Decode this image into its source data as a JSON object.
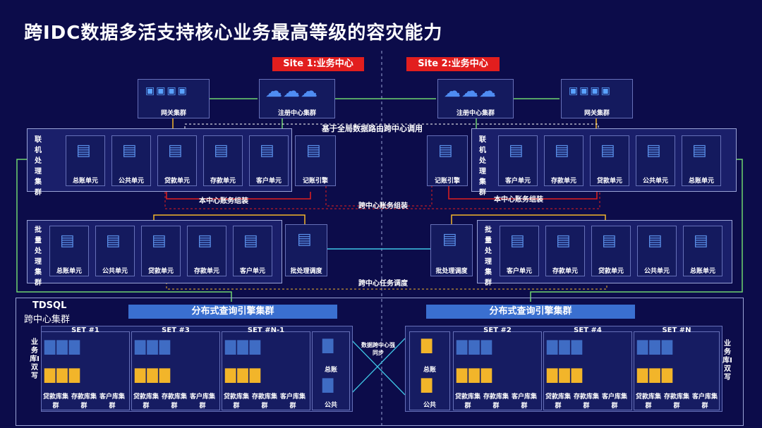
{
  "title": "跨IDC数据多活支持核心业务最高等级的容灾能力",
  "site1": "Site 1:业务中心",
  "site2": "Site 2:业务中心",
  "gateway_label": "网关集群",
  "registry_label": "注册中心集群",
  "global_route_label": "基于全局数据路由跨中心调用",
  "online_cluster_label": "联机处理集群",
  "batch_cluster_label": "批量处理集群",
  "units": {
    "ledger": "总账单元",
    "public": "公共单元",
    "loan": "贷款单元",
    "deposit": "存款单元",
    "customer": "客户单元"
  },
  "accounting_engine": "记账引擎",
  "local_assembly": "本中心账务组装",
  "cross_assembly": "跨中心账务组装",
  "batch_scheduler": "批处理调度",
  "cross_task_scheduling": "跨中心任务调度",
  "tdsql_title": "TDSQL",
  "tdsql_sub": "跨中心集群",
  "query_engine": "分布式查询引擎集群",
  "business_db_rw": "业务库I双写",
  "sync_label": "数据跨中心强同步",
  "sets_left": [
    "SET #1",
    "SET #3",
    "SET #N-1"
  ],
  "sets_right": [
    "SET #2",
    "SET #4",
    "SET #N"
  ],
  "clusters": [
    "贷款库集群",
    "存款库集群",
    "客户库集群"
  ],
  "ledger_short": "总账",
  "public_short": "公共",
  "colors": {
    "bg": "#0c0c4a",
    "red": "#e21e1e",
    "gold": "#f2b52a",
    "db_blue": "#3f6cc4",
    "panel": "#1a1f6a",
    "green": "#6fd46f",
    "cyan": "#3fc7e6"
  }
}
